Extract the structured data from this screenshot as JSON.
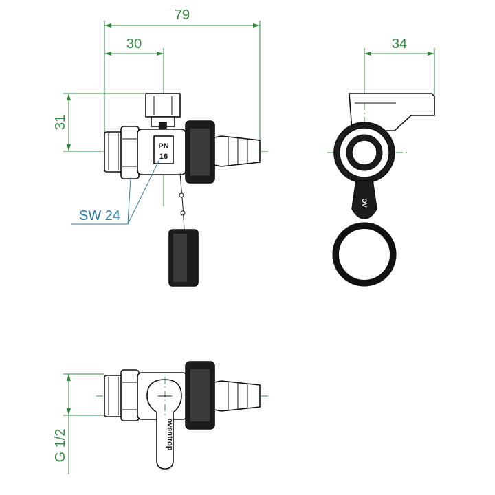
{
  "colors": {
    "dimension": "#2f8a3a",
    "callout": "#2a7aa8",
    "outline": "#111111",
    "background": "#ffffff"
  },
  "dimensions": {
    "overall_length": "79",
    "inlet_to_axis": "30",
    "handle_height": "31",
    "handle_length": "34",
    "thread": "G 1/2",
    "wrench_size": "SW 24"
  },
  "markings": {
    "pressure_line1": "PN",
    "pressure_line2": "16",
    "brand": "oventrop",
    "cap_logo": "OV"
  }
}
